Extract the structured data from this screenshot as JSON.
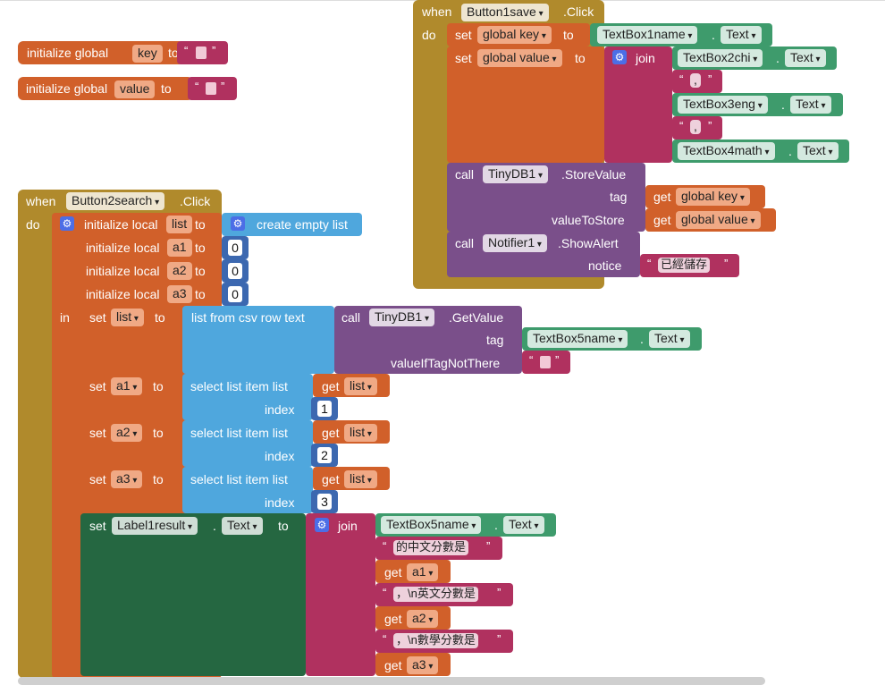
{
  "init_key": {
    "prefix": "initialize global",
    "name": "key",
    "to": "to",
    "q1": "“",
    "q2": "”"
  },
  "init_value": {
    "prefix": "initialize global",
    "name": "value",
    "to": "to",
    "q1": "“",
    "q2": "”"
  },
  "event1": {
    "when": "when",
    "component": "Button1save",
    "event": ".Click",
    "do": "do",
    "set_key": {
      "set": "set",
      "var": "global key",
      "to": "to",
      "tb": "TextBox1name",
      "dot": ".",
      "prop": "Text"
    },
    "set_value": {
      "set": "set",
      "var": "global value",
      "to": "to",
      "join": "join",
      "items": [
        {
          "tb": "TextBox2chi",
          "prop": "Text"
        },
        {
          "str": ","
        },
        {
          "tb": "TextBox3eng",
          "prop": "Text"
        },
        {
          "str": ","
        },
        {
          "tb": "TextBox4math",
          "prop": "Text"
        }
      ]
    },
    "store": {
      "call": "call",
      "component": "TinyDB1",
      "method": ".StoreValue",
      "tag": "tag",
      "get_tag": "get",
      "tag_var": "global key",
      "valueToStore": "valueToStore",
      "get_val": "get",
      "val_var": "global value"
    },
    "alert": {
      "call": "call",
      "component": "Notifier1",
      "method": ".ShowAlert",
      "notice": "notice",
      "text": "已經儲存"
    }
  },
  "event2": {
    "when": "when",
    "component": "Button2search",
    "event": ".Click",
    "do": "do",
    "in": "in",
    "locals": [
      {
        "label": "initialize local",
        "name": "list",
        "to": "to",
        "value": "create empty list"
      },
      {
        "label": "initialize local",
        "name": "a1",
        "to": "to",
        "value": "0"
      },
      {
        "label": "initialize local",
        "name": "a2",
        "to": "to",
        "value": "0"
      },
      {
        "label": "initialize local",
        "name": "a3",
        "to": "to",
        "value": "0"
      }
    ],
    "set_list": {
      "set": "set",
      "var": "list",
      "to": "to",
      "csv": "list from csv row  text",
      "call": "call",
      "component": "TinyDB1",
      "method": ".GetValue",
      "tag": "tag",
      "tb": "TextBox5name",
      "prop": "Text",
      "ifnot": "valueIfTagNotThere"
    },
    "sets": [
      {
        "set": "set",
        "var": "a1",
        "to": "to",
        "select": "select list item  list",
        "get": "get",
        "list": "list",
        "index": "index",
        "n": "1"
      },
      {
        "set": "set",
        "var": "a2",
        "to": "to",
        "select": "select list item  list",
        "get": "get",
        "list": "list",
        "index": "index",
        "n": "2"
      },
      {
        "set": "set",
        "var": "a3",
        "to": "to",
        "select": "select list item  list",
        "get": "get",
        "list": "list",
        "index": "index",
        "n": "3"
      }
    ],
    "set_label": {
      "set": "set",
      "comp": "Label1result",
      "dot": ".",
      "prop": "Text",
      "to": "to",
      "join": "join",
      "tb": "TextBox5name",
      "tbprop": "Text",
      "s1": "的中文分數是",
      "g1": "a1",
      "s2": "，\\n英文分數是",
      "g2": "a2",
      "s3": "，\\n數學分數是",
      "g3": "a3",
      "get": "get"
    }
  }
}
